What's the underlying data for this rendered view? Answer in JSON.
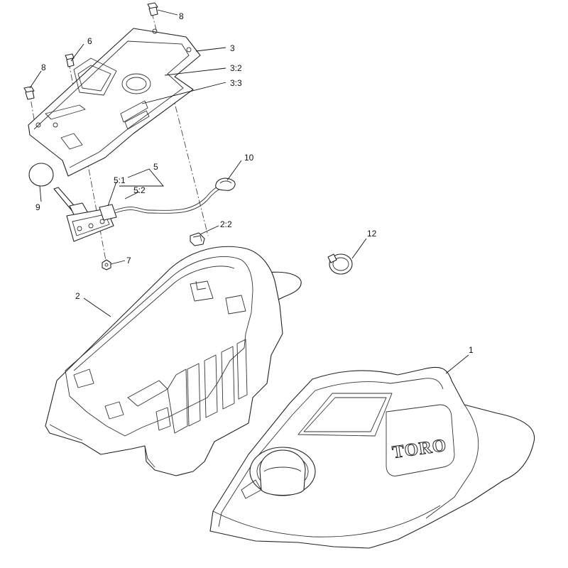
{
  "callouts": {
    "c1": "1",
    "c2": "2",
    "c2_2": "2:2",
    "c3": "3",
    "c3_2": "3:2",
    "c3_3": "3:3",
    "c5": "5",
    "c5_1": "5:1",
    "c5_2": "5:2",
    "c6": "6",
    "c7": "7",
    "c8a": "8",
    "c8b": "8",
    "c9": "9",
    "c10": "10",
    "c12": "12"
  },
  "brand": {
    "logo_text": "TORO"
  }
}
